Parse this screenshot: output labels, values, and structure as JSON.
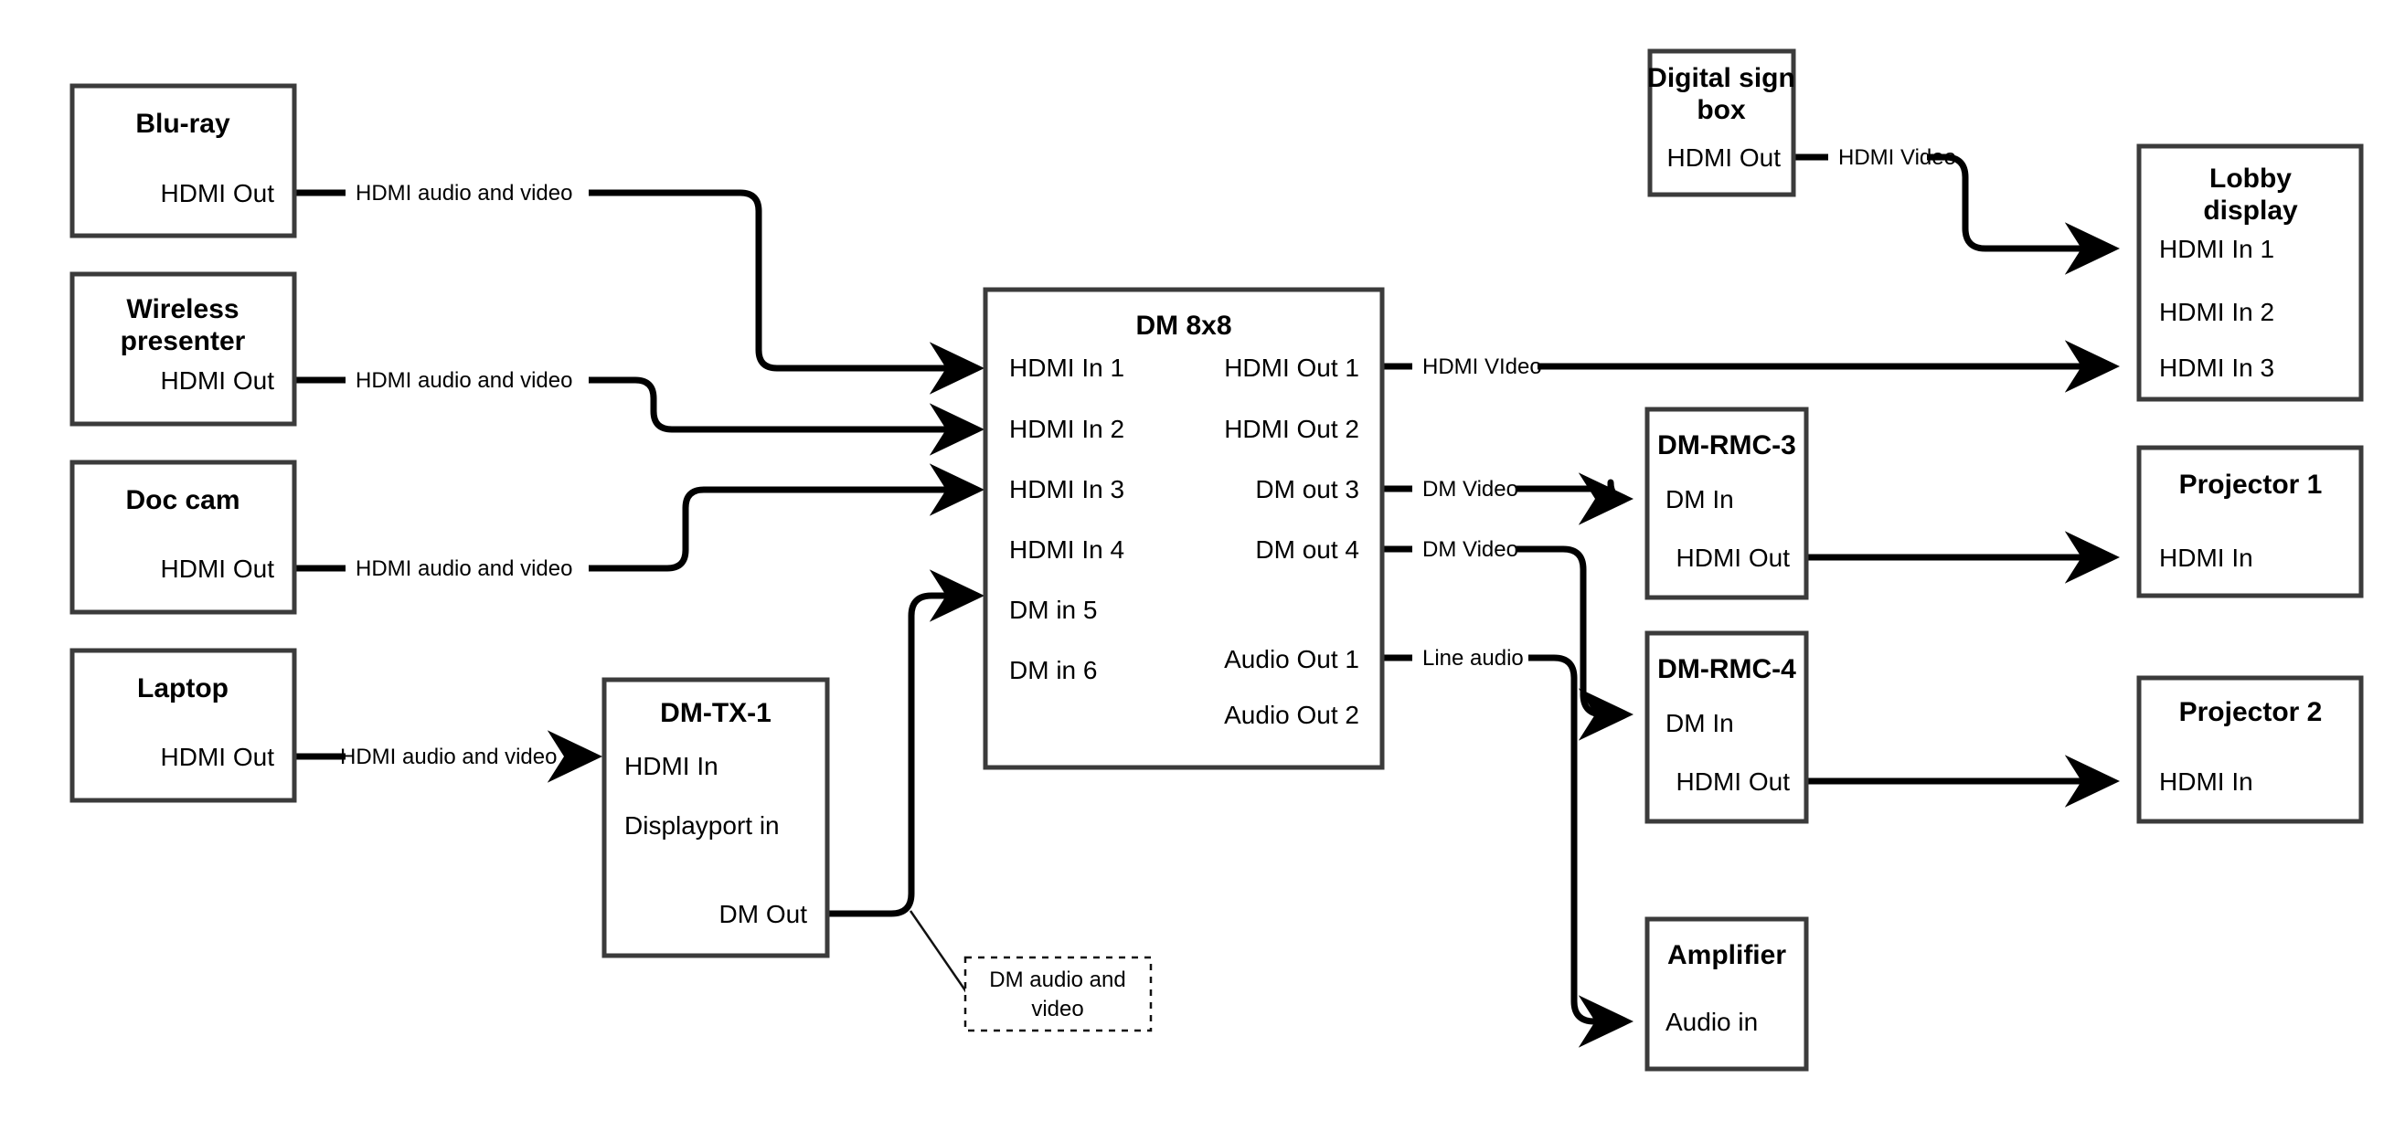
{
  "diagram": {
    "type": "av-signal-flow",
    "title": "DM 8x8 AV signal flow diagram",
    "background": "#ffffff",
    "line_color": "#000000",
    "box_border_color": "#3b3b3b",
    "box_fill": "#ffffff"
  },
  "nodes": [
    {
      "id": "bluray",
      "title": "Blu-ray",
      "ports": [
        "HDMI Out"
      ]
    },
    {
      "id": "wireless-presenter",
      "title": "Wireless presenter",
      "title_lines": [
        "Wireless",
        "presenter"
      ],
      "ports": [
        "HDMI Out"
      ]
    },
    {
      "id": "doc-cam",
      "title": "Doc cam",
      "ports": [
        "HDMI Out"
      ]
    },
    {
      "id": "laptop",
      "title": "Laptop",
      "ports": [
        "HDMI Out"
      ]
    },
    {
      "id": "dm-tx-1",
      "title": "DM-TX-1",
      "ports": [
        "HDMI In",
        "Displayport in",
        "DM Out"
      ]
    },
    {
      "id": "dm-8x8",
      "title": "DM 8x8",
      "inputs": [
        "HDMI In 1",
        "HDMI In 2",
        "HDMI In 3",
        "HDMI In 4",
        "DM in 5",
        "DM in 6"
      ],
      "outputs": [
        "HDMI Out 1",
        "HDMI Out 2",
        "DM out 3",
        "DM out 4",
        "Audio Out 1",
        "Audio Out 2"
      ]
    },
    {
      "id": "digital-sign-box",
      "title": "Digital sign box",
      "title_lines": [
        "Digital sign",
        "box"
      ],
      "ports": [
        "HDMI Out"
      ]
    },
    {
      "id": "lobby-display",
      "title": "Lobby display",
      "title_lines": [
        "Lobby",
        "display"
      ],
      "ports": [
        "HDMI In 1",
        "HDMI In 2",
        "HDMI In 3"
      ]
    },
    {
      "id": "dm-rmc-3",
      "title": "DM-RMC-3",
      "ports": [
        "DM In",
        "HDMI Out"
      ]
    },
    {
      "id": "dm-rmc-4",
      "title": "DM-RMC-4",
      "ports": [
        "DM In",
        "HDMI Out"
      ]
    },
    {
      "id": "projector-1",
      "title": "Projector 1",
      "ports": [
        "HDMI In"
      ]
    },
    {
      "id": "projector-2",
      "title": "Projector 2",
      "ports": [
        "HDMI In"
      ]
    },
    {
      "id": "amplifier",
      "title": "Amplifier",
      "ports": [
        "Audio in"
      ]
    }
  ],
  "connections": [
    {
      "id": "c1",
      "from": "bluray.HDMI Out",
      "to": "dm-8x8.HDMI In 1",
      "label": "HDMI audio and video"
    },
    {
      "id": "c2",
      "from": "wireless-presenter.HDMI Out",
      "to": "dm-8x8.HDMI In 2",
      "label": "HDMI audio and video"
    },
    {
      "id": "c3",
      "from": "doc-cam.HDMI Out",
      "to": "dm-8x8.HDMI In 3",
      "label": "HDMI audio and video"
    },
    {
      "id": "c4",
      "from": "laptop.HDMI Out",
      "to": "dm-tx-1.HDMI In",
      "label": "HDMI audio and video"
    },
    {
      "id": "c5",
      "from": "dm-tx-1.DM Out",
      "to": "dm-8x8.DM in 5",
      "label": "DM audio and video",
      "label_style": "dashed-callout"
    },
    {
      "id": "c6",
      "from": "dm-8x8.HDMI Out 1",
      "to": "lobby-display.HDMI In 3",
      "label": "HDMI VIdeo"
    },
    {
      "id": "c7",
      "from": "dm-8x8.DM out 3",
      "to": "dm-rmc-3.DM In",
      "label": "DM Video"
    },
    {
      "id": "c8",
      "from": "dm-8x8.DM out 4",
      "to": "dm-rmc-4.DM In",
      "label": "DM Video"
    },
    {
      "id": "c9",
      "from": "dm-8x8.Audio Out 1",
      "to": "amplifier.Audio in",
      "label": "Line audio"
    },
    {
      "id": "c10",
      "from": "digital-sign-box.HDMI Out",
      "to": "lobby-display.HDMI In 1",
      "label": "HDMI Video"
    },
    {
      "id": "c11",
      "from": "dm-rmc-3.HDMI Out",
      "to": "projector-1.HDMI In",
      "label": ""
    },
    {
      "id": "c12",
      "from": "dm-rmc-4.HDMI Out",
      "to": "projector-2.HDMI In",
      "label": ""
    }
  ],
  "callout": {
    "text_lines": [
      "DM audio and",
      "video"
    ],
    "line1": "DM audio and",
    "line2": "video"
  }
}
